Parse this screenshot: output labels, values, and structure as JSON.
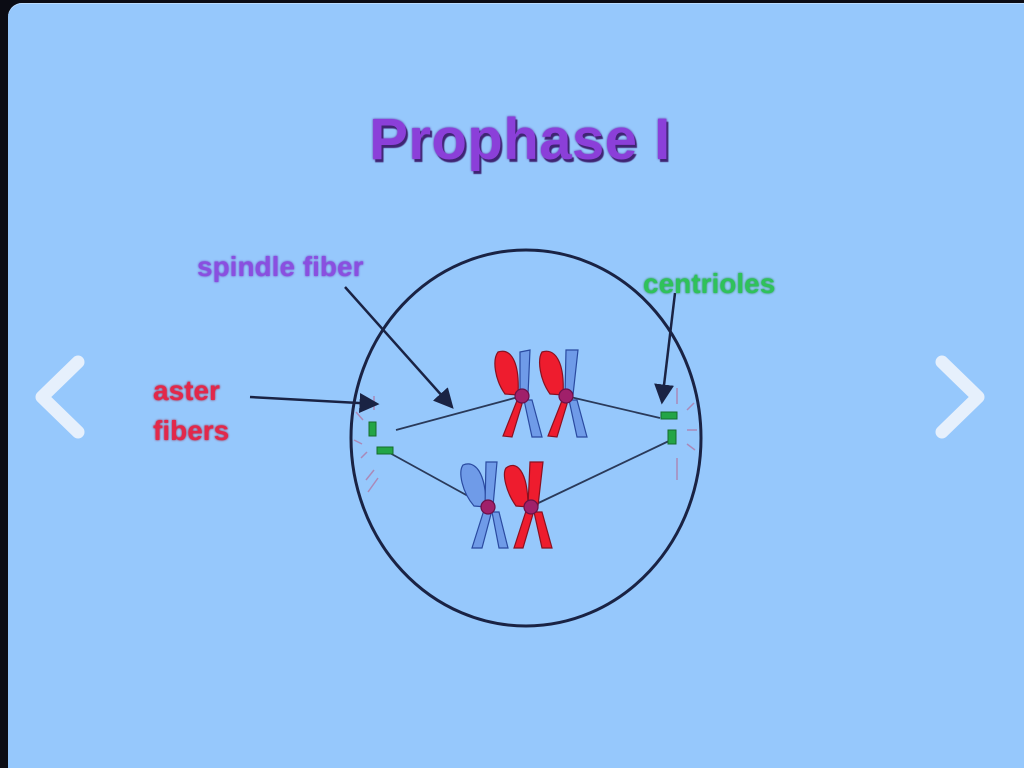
{
  "slide": {
    "title": "Prophase I",
    "labels": {
      "spindle_fiber": "spindle fiber",
      "centrioles": "centrioles",
      "aster_line1": "aster",
      "aster_line2": "fibers"
    },
    "colors": {
      "background": "#96c8fc",
      "title": "#8b3fd9",
      "spindle_label": "#8a4fe0",
      "centrioles_label": "#2fc25a",
      "aster_label": "#e3284a",
      "maternal_chromatid": "#ee1c2e",
      "paternal_chromatid": "#6f9be8",
      "centromere": "#a0206a",
      "centriole": "#23a546"
    }
  },
  "navigation": {
    "prev_icon": "chevron-left-icon",
    "next_icon": "chevron-right-icon"
  }
}
